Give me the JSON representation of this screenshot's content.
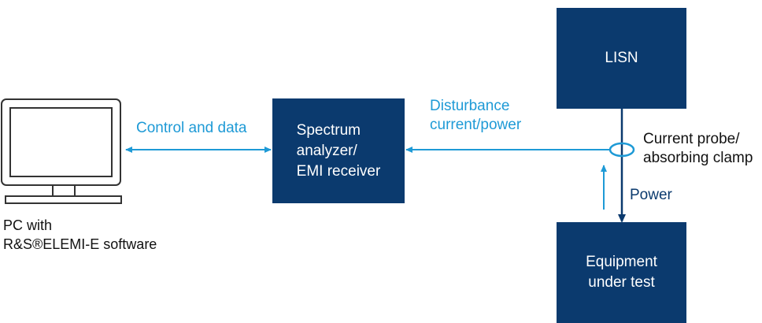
{
  "colors": {
    "box_fill": "#0b3a6e",
    "box_text": "#ffffff",
    "signal_arrow": "#1e9ad6",
    "power_line": "#0b3a6e",
    "label_text": "#111111"
  },
  "nodes": {
    "pc": {
      "caption": "PC with\nR&S®ELEMI-E software",
      "icon": "monitor-icon"
    },
    "analyzer": {
      "label": "Spectrum\nanalyzer/\nEMI receiver"
    },
    "lisn": {
      "label": "LISN"
    },
    "eut": {
      "label": "Equipment\nunder test"
    },
    "probe": {
      "label": "Current probe/\nabsorbing clamp",
      "icon": "clamp-ring-icon"
    }
  },
  "edges": {
    "control": {
      "label": "Control and data"
    },
    "disturbance": {
      "label": "Disturbance\ncurrent/power"
    },
    "power": {
      "label": "Power"
    }
  }
}
